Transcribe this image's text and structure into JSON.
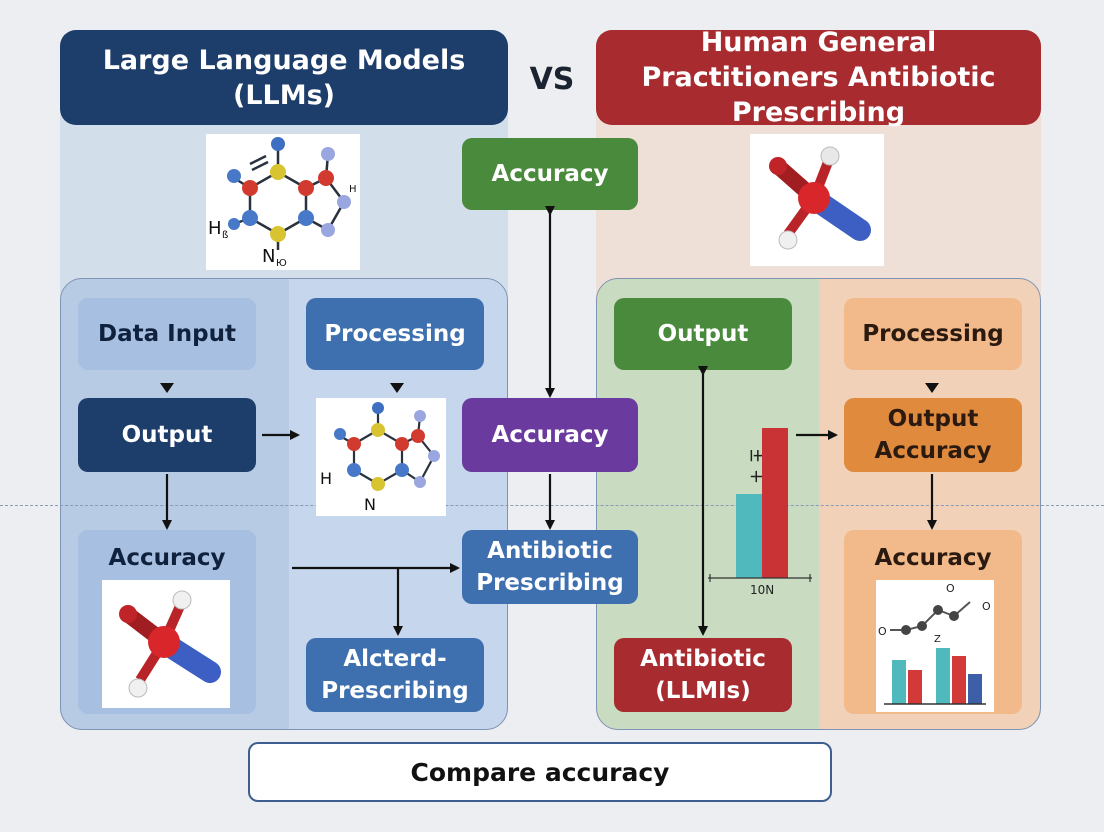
{
  "left_header": "Large Language Models (LLMs)",
  "vs": "VS",
  "right_header": "Human General Practitioners Antibiotic Prescribing",
  "center": {
    "top_accuracy": "Accuracy",
    "mid_accuracy": "Accuracy",
    "antibiotic_prescribing": "Antibiotic Prescribing"
  },
  "left_panel": {
    "data_input": "Data Input",
    "processing": "Processing",
    "output": "Output",
    "accuracy": "Accuracy",
    "altered_prescribing": "Alcterd- Prescribing"
  },
  "right_panel": {
    "output": "Output",
    "processing": "Processing",
    "output_accuracy": "Output Accuracy",
    "accuracy": "Accuracy",
    "antibiotic_llms": "Antibiotic (LLMIs)"
  },
  "molecule_labels": {
    "h_label": "H",
    "h_sub": "ß",
    "n_label": "N",
    "n_sub": "Ю",
    "side_label": "H"
  },
  "bar_chart_label": "10N",
  "bar_chart_marks": "+ ∓",
  "mini_chart_labels": {
    "o_top": "O",
    "o_left": "O",
    "o_right": "O",
    "z_mark": "Z"
  },
  "footer": "Compare accuracy",
  "colors": {
    "navy": "#1d3d6b",
    "red": "#a72b2f",
    "green": "#4a8a3c",
    "purple": "#6a3a9e",
    "blue": "#3e6fae",
    "light_blue": "#a7bfe0",
    "orange_light": "#f2b98a",
    "orange": "#e08a3e"
  }
}
